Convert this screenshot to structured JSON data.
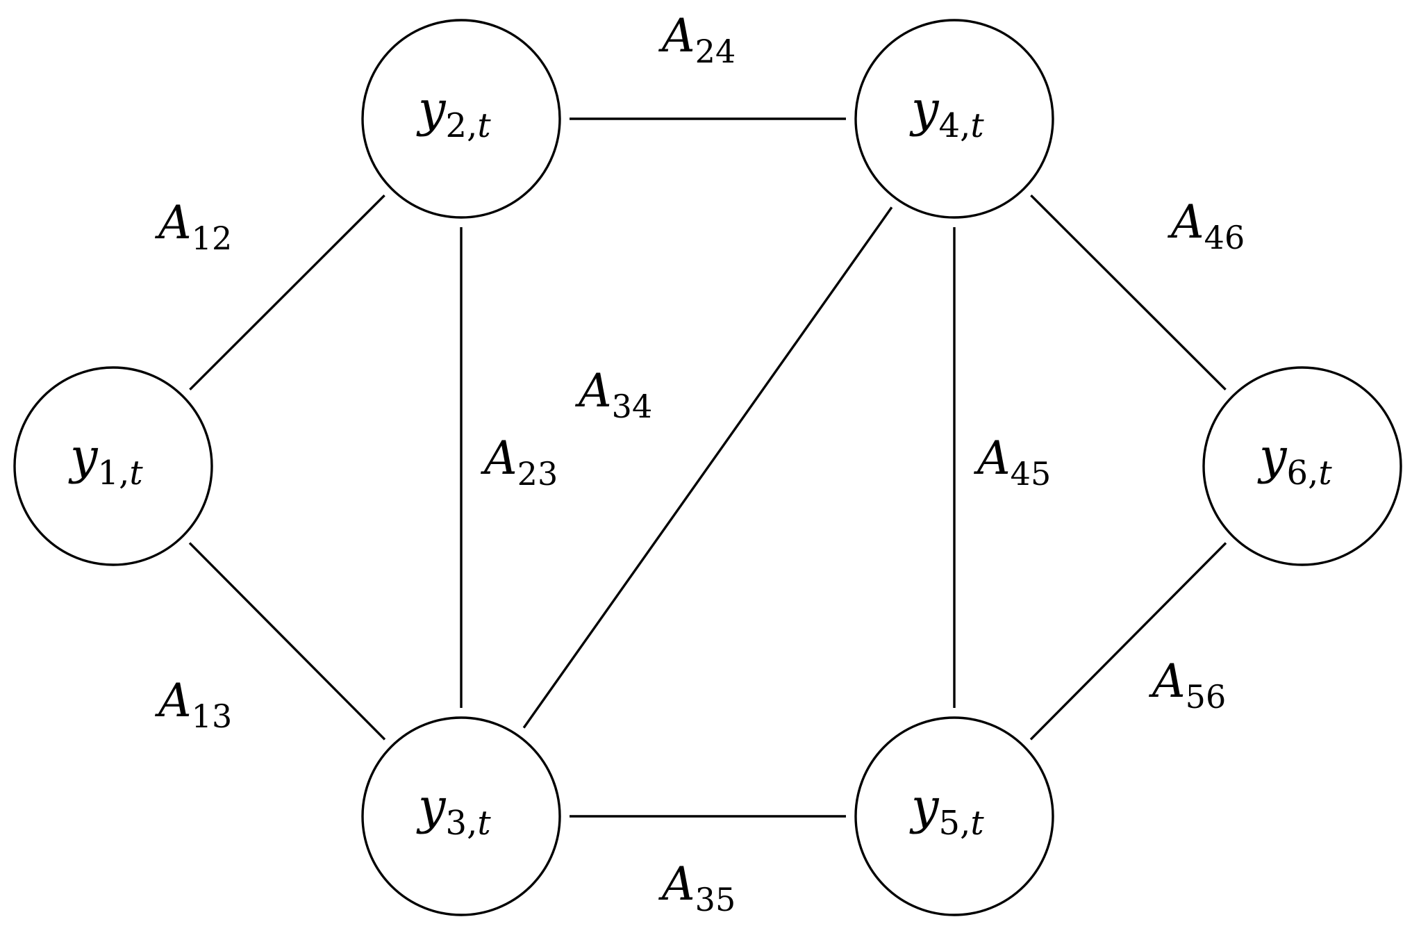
{
  "nodes": [
    {
      "id": "1",
      "main": "y",
      "sub": "1,",
      "sub_var": "t"
    },
    {
      "id": "2",
      "main": "y",
      "sub": "2,",
      "sub_var": "t"
    },
    {
      "id": "3",
      "main": "y",
      "sub": "3,",
      "sub_var": "t"
    },
    {
      "id": "4",
      "main": "y",
      "sub": "4,",
      "sub_var": "t"
    },
    {
      "id": "5",
      "main": "y",
      "sub": "5,",
      "sub_var": "t"
    },
    {
      "id": "6",
      "main": "y",
      "sub": "6,",
      "sub_var": "t"
    }
  ],
  "edges": [
    {
      "id": "12",
      "from": "1",
      "to": "2",
      "main": "A",
      "sub": "12"
    },
    {
      "id": "13",
      "from": "1",
      "to": "3",
      "main": "A",
      "sub": "13"
    },
    {
      "id": "23",
      "from": "2",
      "to": "3",
      "main": "A",
      "sub": "23"
    },
    {
      "id": "24",
      "from": "2",
      "to": "4",
      "main": "A",
      "sub": "24"
    },
    {
      "id": "34",
      "from": "3",
      "to": "4",
      "main": "A",
      "sub": "34"
    },
    {
      "id": "35",
      "from": "3",
      "to": "5",
      "main": "A",
      "sub": "35"
    },
    {
      "id": "45",
      "from": "4",
      "to": "5",
      "main": "A",
      "sub": "45"
    },
    {
      "id": "46",
      "from": "4",
      "to": "6",
      "main": "A",
      "sub": "46"
    },
    {
      "id": "56",
      "from": "5",
      "to": "6",
      "main": "A",
      "sub": "56"
    }
  ]
}
